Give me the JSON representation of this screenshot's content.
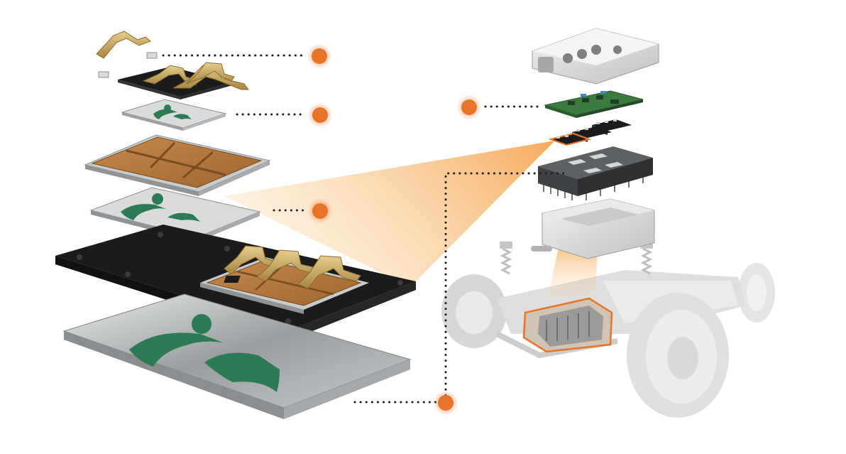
{
  "colors": {
    "accent": "#e8742a",
    "accent_glow": "#f8b46c",
    "leader": "#1e1e1e",
    "copper": "#b97d3f",
    "copper_dark": "#8a5624",
    "brass": "#cfae6a",
    "brass_dark": "#9c7d3a",
    "ceramic": "#d9dbdc",
    "ceramic_edge": "#8f9396",
    "black_substrate": "#1b1b1b",
    "logo_green": "#2f7a56",
    "pcb_green": "#3d7a3e",
    "car_gray": "#bdbdbd"
  },
  "icons": {
    "hotspot": "orange-dot-marker-icon",
    "logo": "green-logo-mark-icon"
  },
  "hotspots": [
    {
      "id": "terminal-clips",
      "target": "power-module-terminal-clips"
    },
    {
      "id": "top-substrate",
      "target": "top-ceramic-substrate"
    },
    {
      "id": "mid-substrate",
      "target": "middle-ceramic-substrate"
    },
    {
      "id": "base-plate",
      "target": "base-ceramic-plate"
    },
    {
      "id": "control-board",
      "target": "inverter-control-board"
    }
  ]
}
